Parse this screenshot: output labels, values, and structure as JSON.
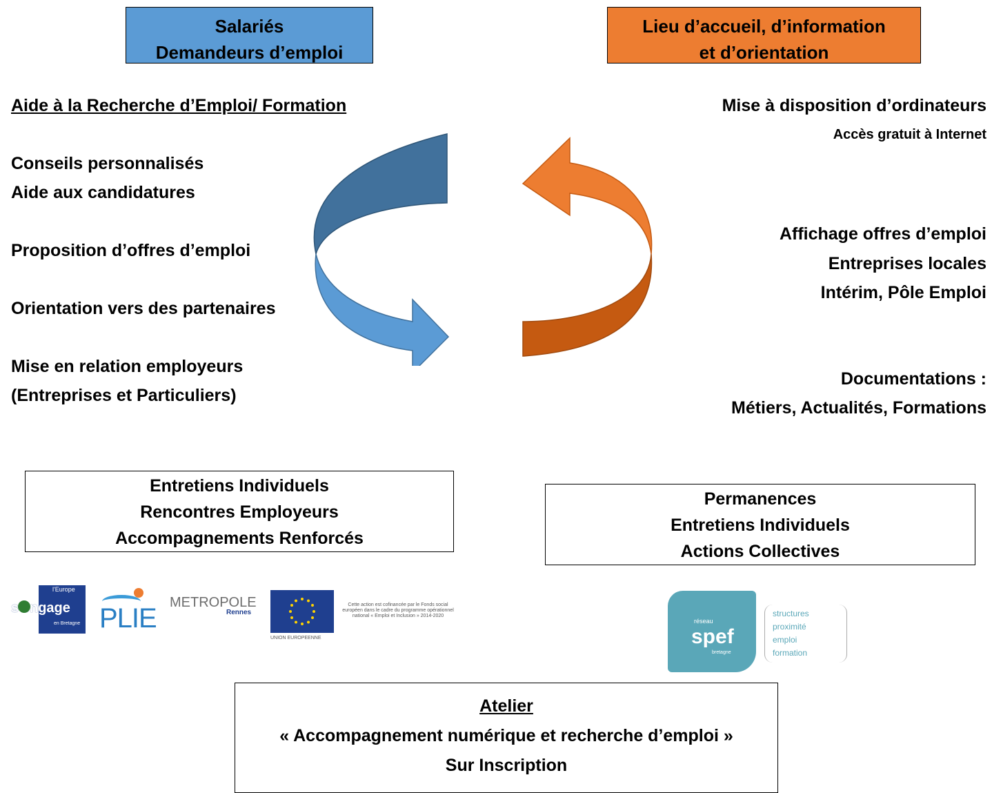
{
  "header": {
    "left_box": {
      "line1": "Salariés",
      "line2": "Demandeurs d’emploi",
      "color": "#5b9bd5"
    },
    "right_box": {
      "line1": "Lieu d’accueil, d’information",
      "line2": "et d’orientation",
      "color": "#ed7d31"
    }
  },
  "left_section": {
    "heading": "Aide à la Recherche d’Emploi/ Formation",
    "item1": "Conseils personnalisés",
    "item2": "Aide aux candidatures",
    "item3": "Proposition d’offres d’emploi",
    "item4": "Orientation vers des partenaires",
    "item5": "Mise en relation employeurs",
    "item6": "(Entreprises et Particuliers)"
  },
  "right_section": {
    "item1": "Mise à disposition d’ordinateurs",
    "item2": "Accès gratuit à Internet",
    "item3": "Affichage offres d’emploi",
    "item4": "Entreprises locales",
    "item5": "Intérim, Pôle Emploi",
    "item6": "Documentations :",
    "item7": "Métiers, Actualités, Formations"
  },
  "left_box": {
    "line1": "Entretiens Individuels",
    "line2": "Rencontres Employeurs",
    "line3": "Accompagnements Renforcés"
  },
  "right_box": {
    "line1": "Permanences",
    "line2": "Entretiens Individuels",
    "line3": "Actions Collectives"
  },
  "logos": {
    "europe_top": "l'Europe",
    "europe_main": "s'engage",
    "europe_region": "en Bretagne",
    "plie": "PLIE",
    "metropole": "METROPOLE",
    "metropole_city": "Rennes",
    "eu_label": "UNION EUROPEENNE",
    "eu_text": "Cette action est cofinancée par le Fonds social européen dans le cadre du programme opérationnel national « Emploi et Inclusion » 2014-2020",
    "spef_top": "réseau",
    "spef_main": "spef",
    "spef_region": "bretagne",
    "spef_l1": "structures",
    "spef_l2": "proximité",
    "spef_l3": "emploi",
    "spef_l4": "formation"
  },
  "bottom_box": {
    "title": "Atelier",
    "subtitle": "« Accompagnement numérique et recherche d’emploi »",
    "note": "Sur Inscription"
  },
  "colors": {
    "blue": "#5b9bd5",
    "blue_dark": "#41719c",
    "orange": "#ed7d31",
    "orange_dark": "#c55a11"
  }
}
